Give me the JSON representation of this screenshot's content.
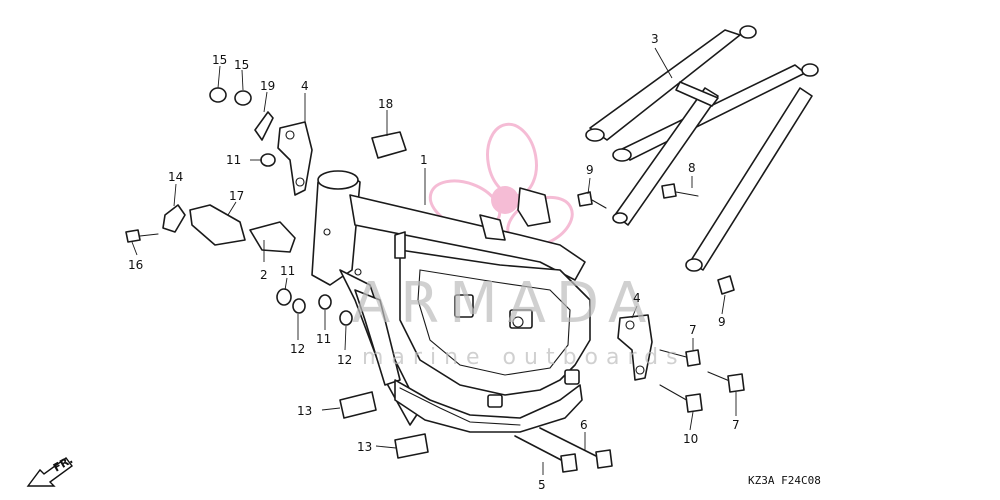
{
  "watermark": {
    "brand": "ARMADA",
    "tagline": "marine outboards",
    "logo_color": "#f2a6c8"
  },
  "diagram_code": "KZ3A F24C08",
  "front_marker": "FR.",
  "callouts": {
    "c1": "1",
    "c2": "2",
    "c3": "3",
    "c4a": "4",
    "c4b": "4",
    "c5": "5",
    "c6": "6",
    "c7a": "7",
    "c7b": "7",
    "c8": "8",
    "c9a": "9",
    "c9b": "9",
    "c10": "10",
    "c11a": "11",
    "c11b": "11",
    "c11c": "11",
    "c12a": "12",
    "c12b": "12",
    "c13a": "13",
    "c13b": "13",
    "c14": "14",
    "c15a": "15",
    "c15b": "15",
    "c16": "16",
    "c17": "17",
    "c18": "18",
    "c19": "19"
  }
}
